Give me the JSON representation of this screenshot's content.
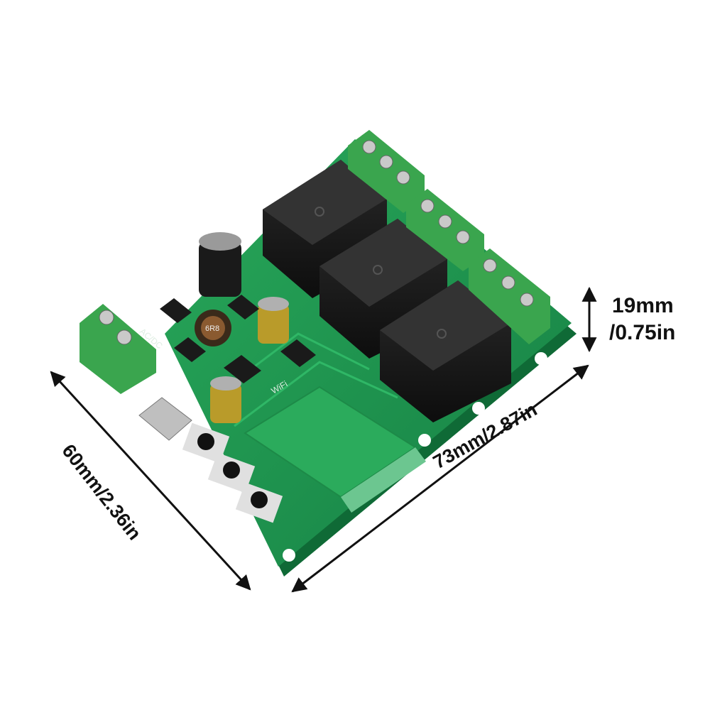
{
  "dimensions": {
    "width": "73mm/2.87in",
    "depth": "60mm/2.36in",
    "height_mm": "19mm",
    "height_in": "/0.75in"
  },
  "board": {
    "silkscreen_power": "AC/DC",
    "silkscreen_wifi": "WiFi",
    "inductor_marking": "6R8"
  },
  "colors": {
    "pcb": "#1f9a4e",
    "terminal": "#3aa54e",
    "relay": "#1d1d1d"
  }
}
